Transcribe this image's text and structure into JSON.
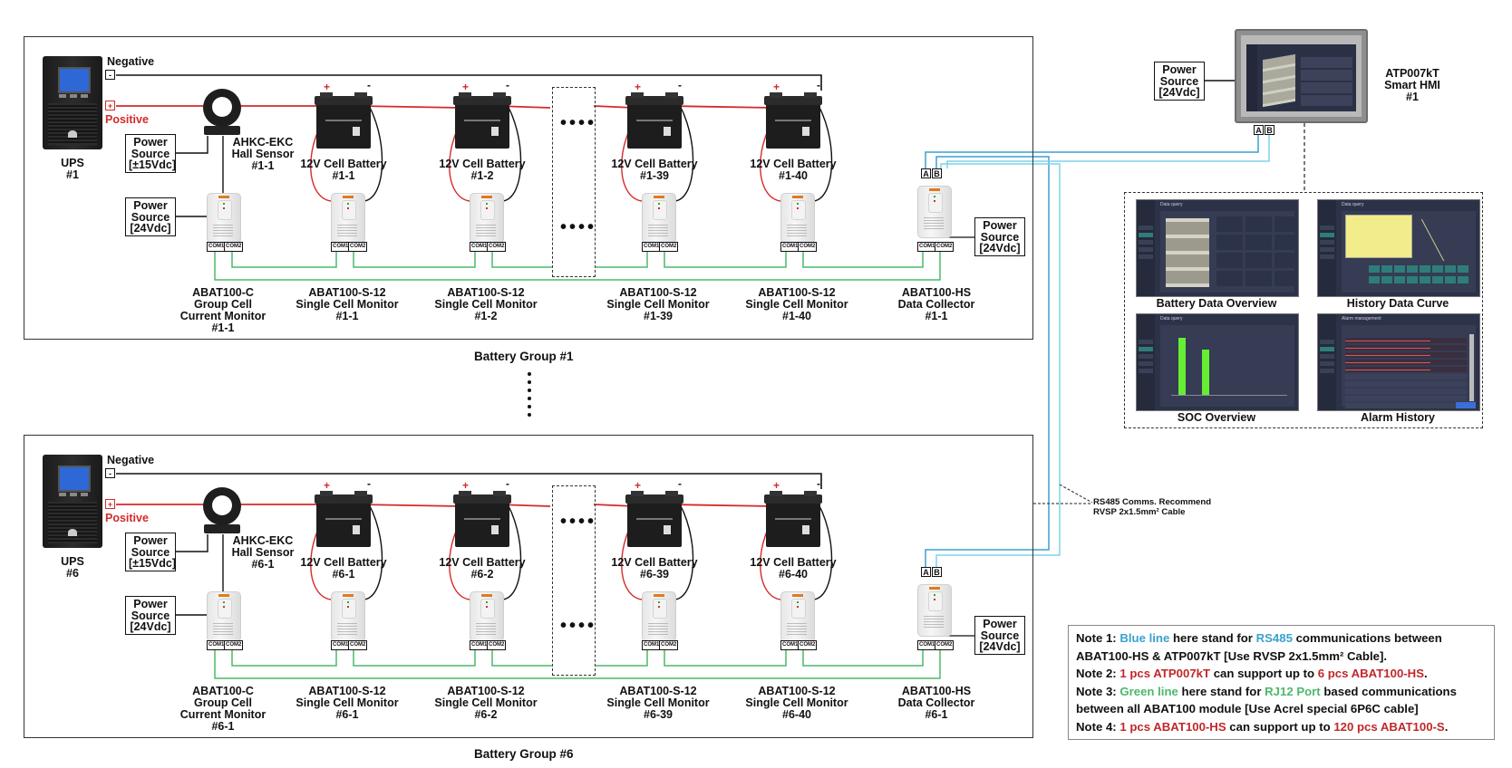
{
  "groups": [
    {
      "id": "1",
      "title": "Battery Group #1",
      "negative_label": "Negative",
      "positive_label": "Positive",
      "negative_sign": "-",
      "positive_sign": "+",
      "ups": {
        "line1": "UPS",
        "line2": "#1"
      },
      "hall_sensor": {
        "line1": "AHKC-EKC",
        "line2": "Hall Sensor",
        "line3": "#1-1"
      },
      "sensor_power": {
        "line1": "Power",
        "line2": "Source",
        "line3": "[±15Vdc]"
      },
      "monitor_power": {
        "line1": "Power",
        "line2": "Source",
        "line3": "[24Vdc]"
      },
      "collector_power": {
        "line1": "Power",
        "line2": "Source",
        "line3": "[24Vdc]"
      },
      "current_monitor": {
        "line1": "ABAT100-C",
        "line2": "Group Cell",
        "line3": "Current Monitor",
        "line4": "#1-1"
      },
      "batteries": [
        {
          "title": "12V Cell Battery",
          "id": "#1-1",
          "monitor_model": "ABAT100-S-12",
          "monitor_desc": "Single Cell Monitor",
          "monitor_id": "#1-1"
        },
        {
          "title": "12V Cell Battery",
          "id": "#1-2",
          "monitor_model": "ABAT100-S-12",
          "monitor_desc": "Single Cell Monitor",
          "monitor_id": "#1-2"
        },
        {
          "title": "12V Cell Battery",
          "id": "#1-39",
          "monitor_model": "ABAT100-S-12",
          "monitor_desc": "Single Cell Monitor",
          "monitor_id": "#1-39"
        },
        {
          "title": "12V Cell Battery",
          "id": "#1-40",
          "monitor_model": "ABAT100-S-12",
          "monitor_desc": "Single Cell Monitor",
          "monitor_id": "#1-40"
        }
      ],
      "collector": {
        "line1": "ABAT100-HS",
        "line2": "Data Collector",
        "line3": "#1-1"
      },
      "ellipsis": "••••"
    },
    {
      "id": "6",
      "title": "Battery Group #6",
      "negative_label": "Negative",
      "positive_label": "Positive",
      "negative_sign": "-",
      "positive_sign": "+",
      "ups": {
        "line1": "UPS",
        "line2": "#6"
      },
      "hall_sensor": {
        "line1": "AHKC-EKC",
        "line2": "Hall Sensor",
        "line3": "#6-1"
      },
      "sensor_power": {
        "line1": "Power",
        "line2": "Source",
        "line3": "[±15Vdc]"
      },
      "monitor_power": {
        "line1": "Power",
        "line2": "Source",
        "line3": "[24Vdc]"
      },
      "collector_power": {
        "line1": "Power",
        "line2": "Source",
        "line3": "[24Vdc]"
      },
      "current_monitor": {
        "line1": "ABAT100-C",
        "line2": "Group Cell",
        "line3": "Current Monitor",
        "line4": "#6-1"
      },
      "batteries": [
        {
          "title": "12V Cell Battery",
          "id": "#6-1",
          "monitor_model": "ABAT100-S-12",
          "monitor_desc": "Single Cell Monitor",
          "monitor_id": "#6-1"
        },
        {
          "title": "12V Cell Battery",
          "id": "#6-2",
          "monitor_model": "ABAT100-S-12",
          "monitor_desc": "Single Cell Monitor",
          "monitor_id": "#6-2"
        },
        {
          "title": "12V Cell Battery",
          "id": "#6-39",
          "monitor_model": "ABAT100-S-12",
          "monitor_desc": "Single Cell Monitor",
          "monitor_id": "#6-39"
        },
        {
          "title": "12V Cell Battery",
          "id": "#6-40",
          "monitor_model": "ABAT100-S-12",
          "monitor_desc": "Single Cell Monitor",
          "monitor_id": "#6-40"
        }
      ],
      "collector": {
        "line1": "ABAT100-HS",
        "line2": "Data Collector",
        "line3": "#6-1"
      },
      "ellipsis": "••••"
    }
  ],
  "terminals": {
    "com1": "COM1",
    "com2": "COM2",
    "a": "A",
    "b": "B"
  },
  "hmi": {
    "line1": "ATP007kT",
    "line2": "Smart HMI",
    "line3": "#1",
    "power": {
      "line1": "Power",
      "line2": "Source",
      "line3": "[24Vdc]"
    }
  },
  "screens": [
    {
      "caption": "Battery Data Overview",
      "header": "Data query"
    },
    {
      "caption": "History Data Curve",
      "header": "Data query"
    },
    {
      "caption": "SOC Overview",
      "header": "Data query"
    },
    {
      "caption": "Alarm History",
      "header": "Alarm management"
    }
  ],
  "soc_bars": [
    1.0,
    0.8,
    0,
    0,
    0
  ],
  "rs485_callout": {
    "line1": "RS485 Comms. Recommend",
    "line2": "RVSP 2x1.5mm² Cable"
  },
  "notes": {
    "n1": {
      "prefix": "Note 1: ",
      "blue1": "Blue line",
      "mid1": " here stand for ",
      "blue2": "RS485",
      "rest": " communications between ABAT100-HS & ATP007kT [Use RVSP 2x1.5mm² Cable]."
    },
    "n2": {
      "prefix": "Note 2: ",
      "red1": "1 pcs ATP007kT",
      "mid": " can support up to ",
      "red2": "6 pcs ABAT100-HS",
      "end": "."
    },
    "n3": {
      "prefix": "Note 3: ",
      "green1": "Green line",
      "mid1": " here stand for ",
      "green2": "RJ12 Port",
      "rest": " based communications between all ABAT100 module [Use Acrel special 6P6C cable]"
    },
    "n4": {
      "prefix": "Note 4: ",
      "red1": "1 pcs ABAT100-HS",
      "mid": " can support up to ",
      "red2": "120 pcs ABAT100-S",
      "end": "."
    }
  },
  "colors": {
    "rs485": "#3ba0cf",
    "rj12": "#4cb86b",
    "positive": "#d42a2a",
    "negative": "#111111"
  }
}
